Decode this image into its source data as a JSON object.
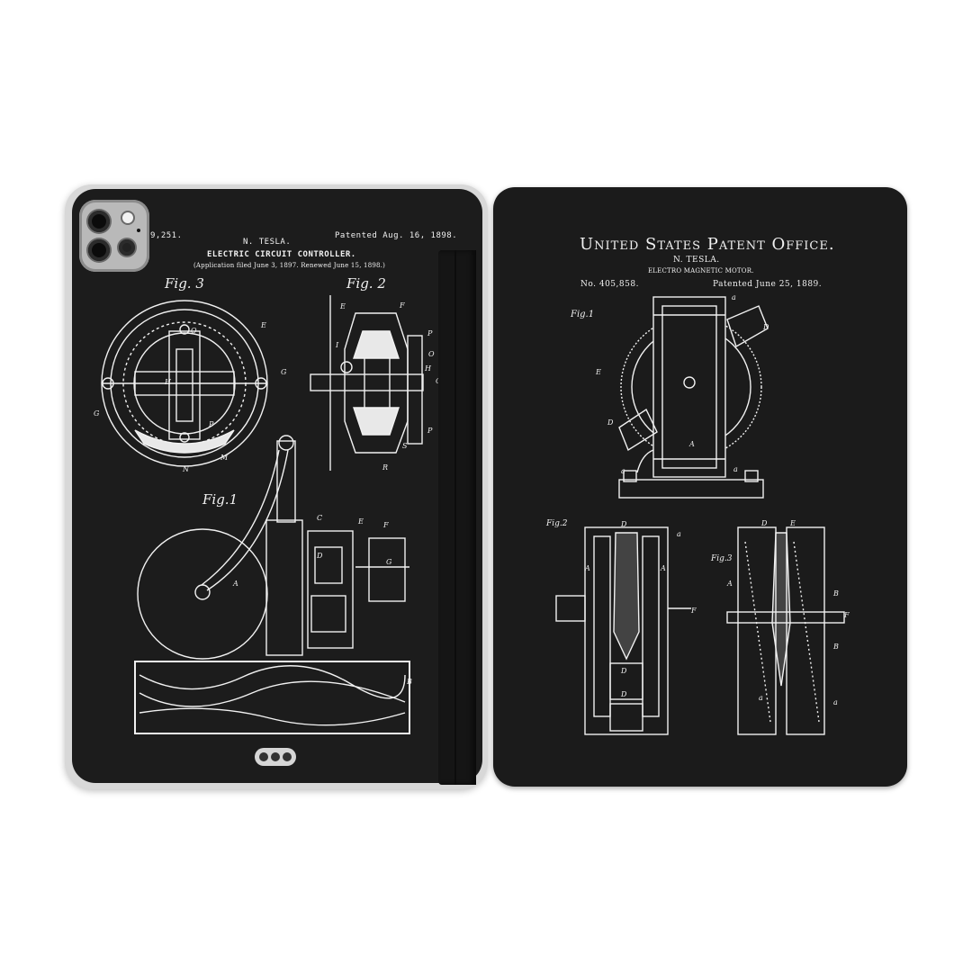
{
  "left_panel": {
    "patent_no_fragment": "9,251.",
    "inventor": "N. TESLA.",
    "patent_date": "Patented Aug. 16, 1898.",
    "title": "ELECTRIC CIRCUIT CONTROLLER.",
    "application_note": "(Application filed June 3, 1897. Renewed June 15, 1898.)",
    "figures": {
      "fig3": "Fig. 3",
      "fig2": "Fig. 2",
      "fig1": "Fig.1"
    },
    "labels": {
      "E1": "E",
      "G1": "G",
      "G2": "G",
      "H1": "H",
      "N1": "N",
      "M1": "M",
      "P1": "P",
      "O1": "O",
      "E2": "E",
      "F2": "F",
      "P2": "P",
      "O2": "O",
      "H2": "H",
      "G3": "G",
      "I2": "I",
      "S2": "S",
      "R2": "R",
      "P3": "P",
      "C1": "C",
      "D1": "D",
      "E3": "E",
      "F3": "F",
      "G4": "G",
      "A1": "A",
      "B1": "B"
    }
  },
  "right_panel": {
    "office": "United States Patent Office.",
    "inventor": "N. TESLA.",
    "title": "ELECTRO MAGNETIC MOTOR.",
    "patent_no": "No. 405,858.",
    "patent_date": "Patented June 25, 1889.",
    "figures": {
      "fig1": "Fig.1",
      "fig2": "Fig.2",
      "fig3": "Fig.3"
    },
    "labels": {
      "a1": "a",
      "D1": "D",
      "E1": "E",
      "D2": "D",
      "A1": "A",
      "a2": "a",
      "a3": "a",
      "D3": "D",
      "a4": "a",
      "A2": "A",
      "A3": "A",
      "F1": "F",
      "D4": "D",
      "D5": "D",
      "D6": "D",
      "E2": "E",
      "A4": "A",
      "B1": "B",
      "F2": "F",
      "B2": "B",
      "a5": "a",
      "a6": "a"
    }
  },
  "colors": {
    "background": "#ffffff",
    "cover": "#1c1c1c",
    "line": "#f1f1f1",
    "shell": "#d8d8d8"
  }
}
